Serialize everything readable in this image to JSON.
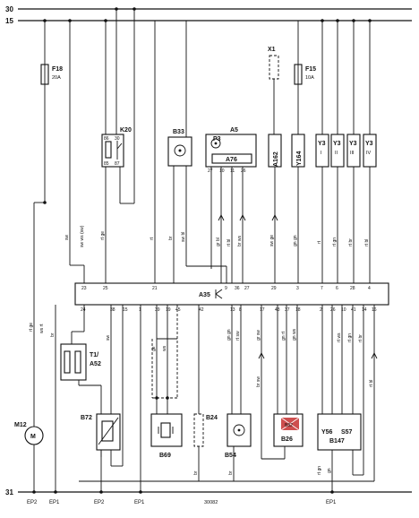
{
  "buses": {
    "top1": "30",
    "top2": "15",
    "bottom": "31"
  },
  "components": {
    "F18": {
      "name": "F18",
      "rating": "20A"
    },
    "F15": {
      "name": "F15",
      "rating": "10A"
    },
    "K20": {
      "name": "K20",
      "pins": [
        "86",
        "30",
        "85",
        "87"
      ]
    },
    "B33": {
      "name": "B33"
    },
    "A5": {
      "name": "A5",
      "sub1": "P3",
      "sub2": "A76",
      "pins": [
        "27",
        "10",
        "11",
        "26"
      ]
    },
    "X1": {
      "name": "X1"
    },
    "A162": {
      "name": "A162"
    },
    "Y164": {
      "name": "Y164"
    },
    "Y3": {
      "name": "Y3",
      "cyl": [
        "I",
        "II",
        "III",
        "IV"
      ]
    },
    "A35": {
      "name": "A35"
    },
    "T1A52": {
      "name": "T1/",
      "sub": "A52"
    },
    "M12": {
      "name": "M12"
    },
    "B72": {
      "name": "B72"
    },
    "B69": {
      "name": "B69"
    },
    "B24": {
      "name": "B24"
    },
    "B54": {
      "name": "B54"
    },
    "B26": {
      "name": "B26",
      "overlay": "B82"
    },
    "Y56": {
      "name": "Y56"
    },
    "S57": {
      "name": "S57"
    },
    "B147": {
      "name": "B147"
    }
  },
  "ecu_pins_top": [
    "23",
    "25",
    "21",
    "9",
    "36",
    "27",
    "29",
    "3",
    "7",
    "6",
    "28",
    "4"
  ],
  "ecu_pins_bottom": [
    "24",
    "38",
    "15",
    "1",
    "39",
    "19",
    "45",
    "42",
    "13",
    "8",
    "17",
    "43",
    "37",
    "18",
    "2",
    "26",
    "10",
    "41",
    "14",
    "16"
  ],
  "wire_colors": [
    "sw",
    "sw ws (sw)",
    "rt ge",
    "rt",
    "br",
    "sw bl",
    "gr bl",
    "rt bl",
    "br ws",
    "sw ge",
    "gn gn",
    "rt",
    "rt gn",
    "rt br",
    "rt bl",
    "rt ge",
    "ws rt",
    "br",
    "sw",
    "ge",
    "ws",
    "gn gn",
    "rt sw",
    "gr sw",
    "gn rt",
    "gn ws",
    "rt ws",
    "rt gn",
    "rt br",
    "br",
    "br",
    "br sw",
    "rt gn",
    "gn",
    "rt bl"
  ],
  "ep_labels": [
    "EP2",
    "EP1",
    "EP2",
    "EP1",
    "EP1"
  ],
  "drawing_number": "30082"
}
